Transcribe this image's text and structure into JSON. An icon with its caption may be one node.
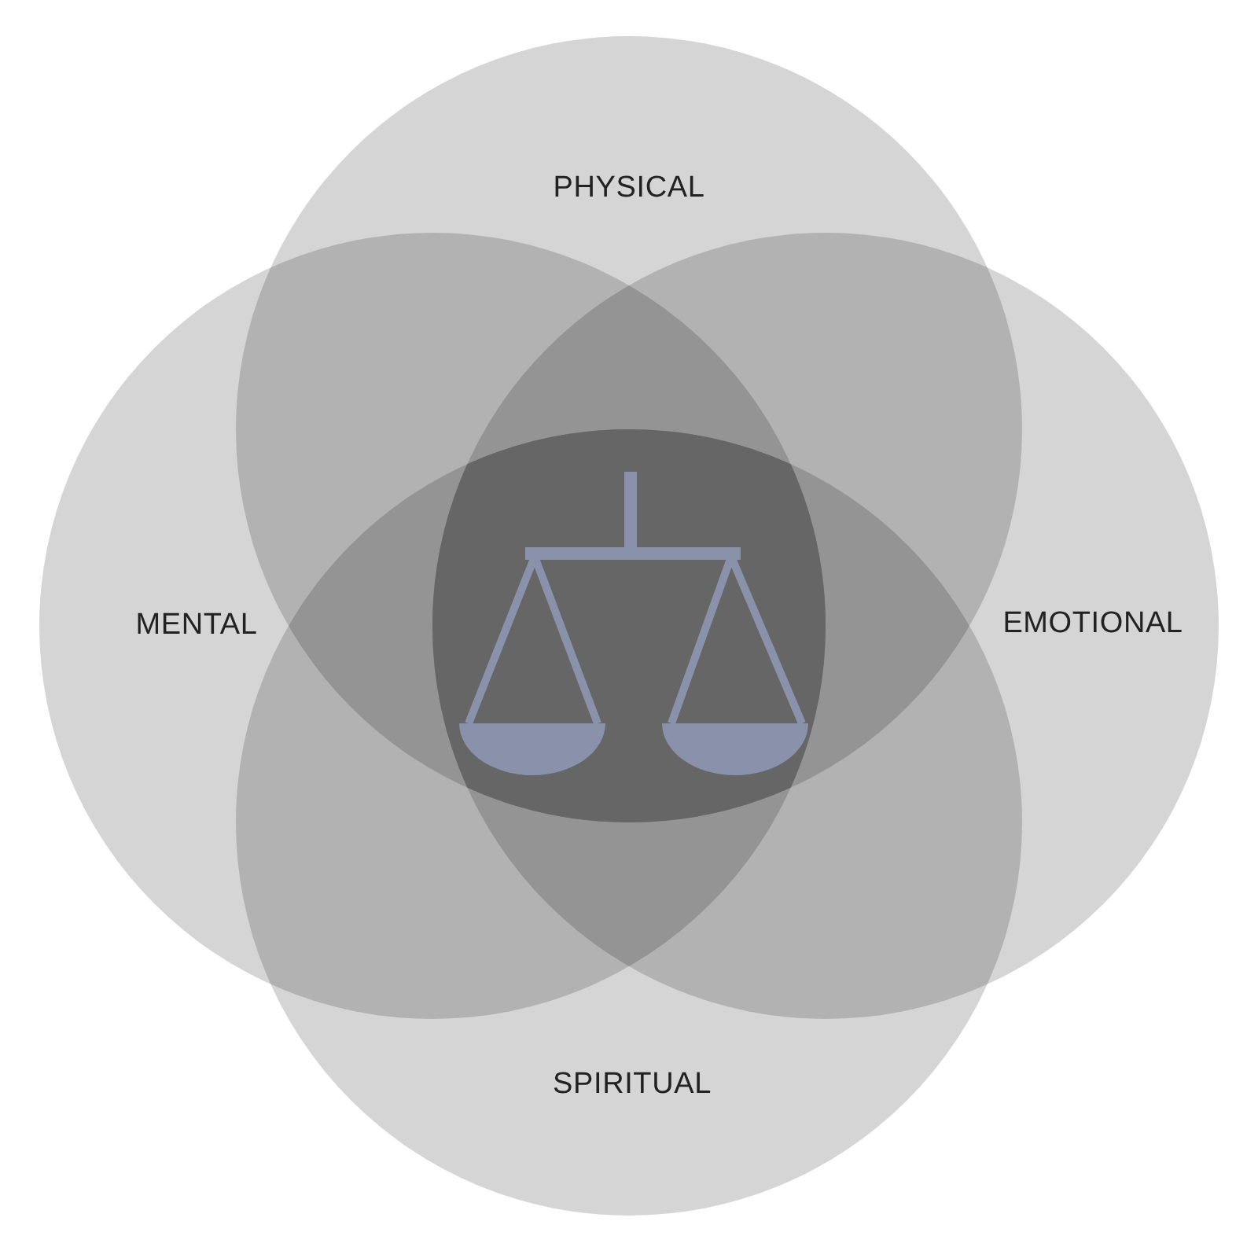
{
  "diagram": {
    "nodes": [
      {
        "text": [
          "PHYSICAL"
        ]
      },
      {
        "text": [
          "MENTAL"
        ]
      },
      {
        "text": [
          "EMOTIONAL"
        ]
      },
      {
        "text": [
          "SPIRITUAL"
        ]
      }
    ]
  }
}
